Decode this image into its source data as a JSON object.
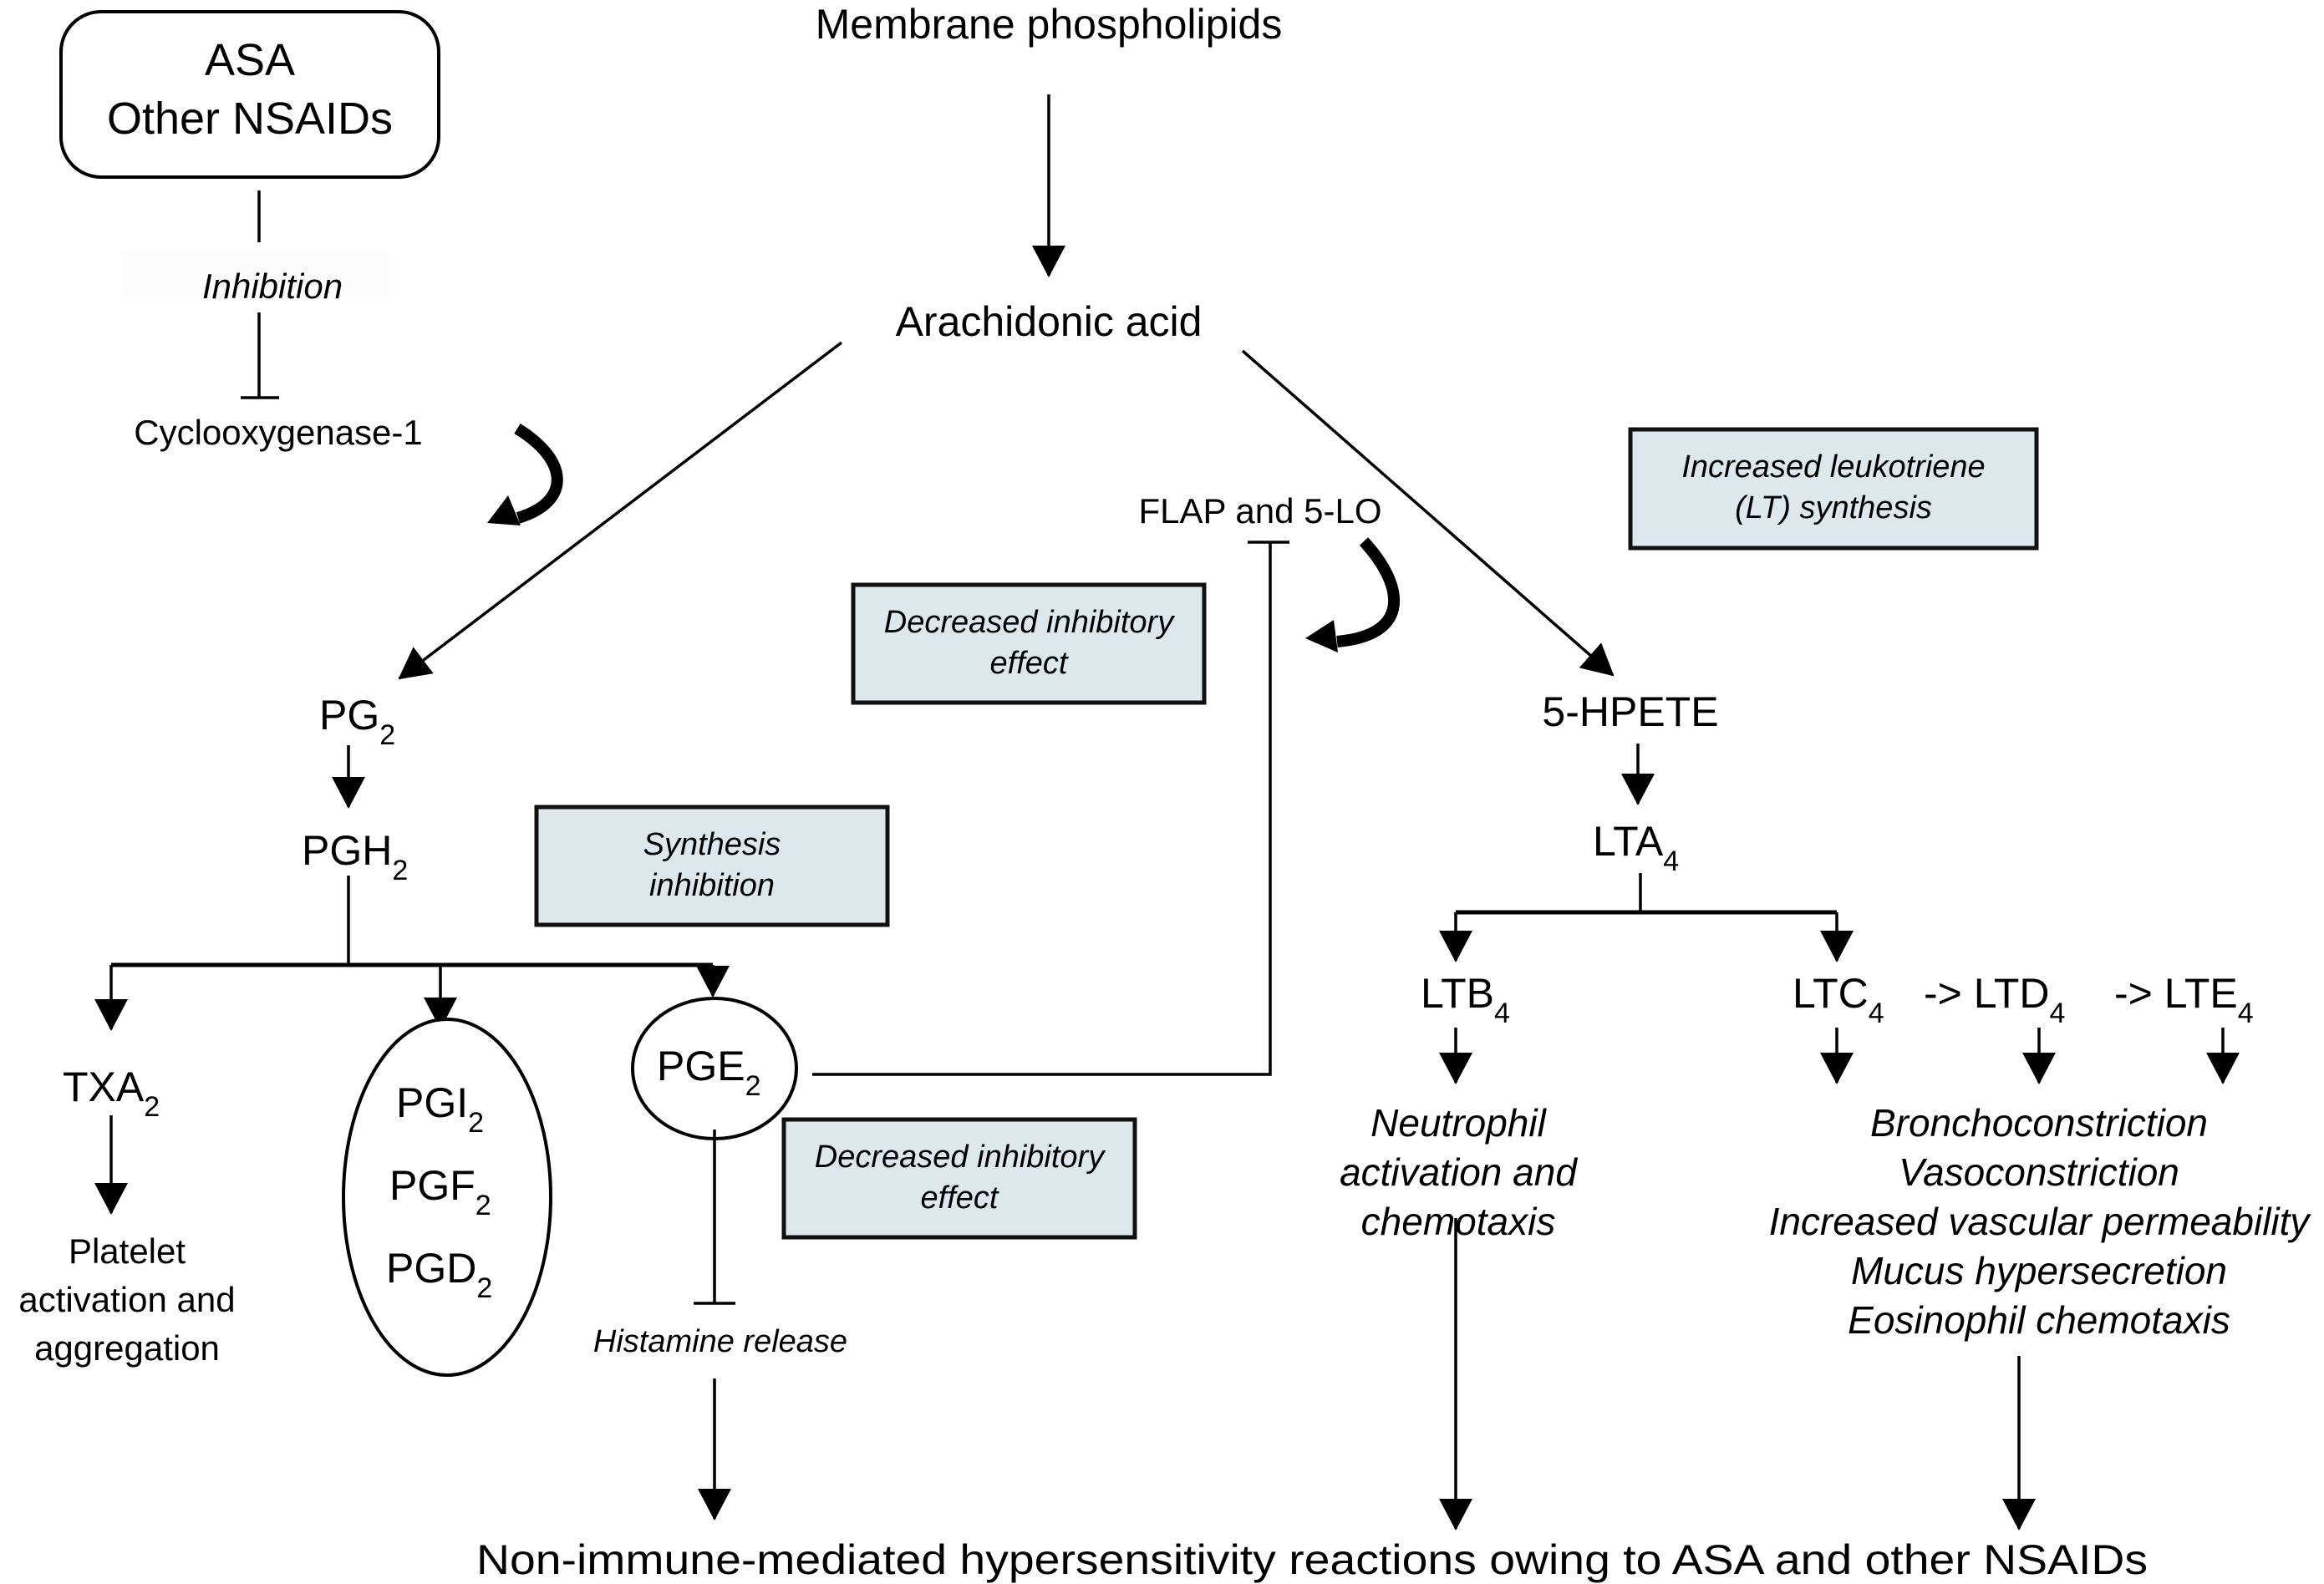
{
  "title_nodes": {
    "membrane": "Membrane phospholipids",
    "arachidonic": "Arachidonic acid"
  },
  "drug_box": {
    "line1": "ASA",
    "line2": "Other NSAIDs"
  },
  "inhibition_label": "Inhibition",
  "cox1_label": "Cyclooxygenase-1",
  "flap_label": "FLAP and 5-LO",
  "info_boxes": {
    "increased_lt": [
      "Increased leukotriene",
      "(LT) synthesis"
    ],
    "decreased_inhib_top": [
      "Decreased inhibitory",
      "effect"
    ],
    "synthesis_inhib": [
      "Synthesis",
      "inhibition"
    ],
    "decreased_inhib_bottom": [
      "Decreased inhibitory",
      "effect"
    ]
  },
  "prostaglandins": {
    "pg2": {
      "base": "PG",
      "sub": "2"
    },
    "pgh2": {
      "base": "PGH",
      "sub": "2"
    },
    "txa2": {
      "base": "TXA",
      "sub": "2"
    },
    "pgi2": {
      "base": "PGI",
      "sub": "2"
    },
    "pgf2": {
      "base": "PGF",
      "sub": "2"
    },
    "pgd2": {
      "base": "PGD",
      "sub": "2"
    },
    "pge2": {
      "base": "PGE",
      "sub": "2"
    }
  },
  "platelet_effect": [
    "Platelet",
    "activation and",
    "aggregation"
  ],
  "histamine_label": "Histamine release",
  "leukotrienes": {
    "hpete": "5-HPETE",
    "lta4": {
      "base": "LTA",
      "sub": "4"
    },
    "ltb4": {
      "base": "LTB",
      "sub": "4"
    },
    "ltc4": {
      "base": "LTC",
      "sub": "4"
    },
    "ltd4": {
      "prefix": "-> ",
      "base": "LTD",
      "sub": "4"
    },
    "lte4": {
      "prefix": "-> ",
      "base": "LTE",
      "sub": "4"
    }
  },
  "neutrophil_effect": [
    "Neutrophil",
    "activation and",
    "chemotaxis"
  ],
  "cysteinyl_effects": [
    "Bronchoconstriction",
    "Vasoconstriction",
    "Increased vascular permeability",
    "Mucus hypersecretion",
    "Eosinophil chemotaxis"
  ],
  "outcome": "Non-immune-mediated hypersensitivity reactions owing to ASA and other NSAIDs"
}
